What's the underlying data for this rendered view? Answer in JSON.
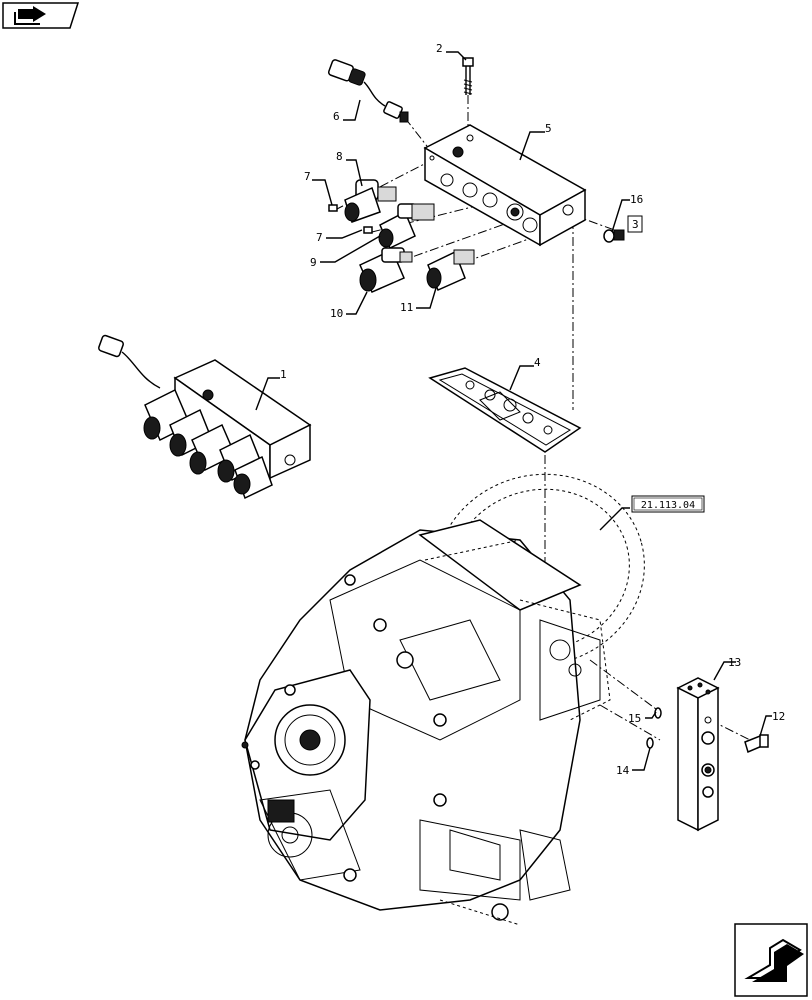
{
  "callouts": {
    "c1": "1",
    "c2": "2",
    "c3": "3",
    "c4": "4",
    "c5": "5",
    "c6": "6",
    "c7a": "7",
    "c7b": "7",
    "c8": "8",
    "c9": "9",
    "c10": "10",
    "c11": "11",
    "c12": "12",
    "c13": "13",
    "c14": "14",
    "c15": "15",
    "c16": "16"
  },
  "reference_box": "21.113.04",
  "icons": {
    "top_left": "book-arrow-icon",
    "bottom_right": "next-page-arrow-icon"
  }
}
